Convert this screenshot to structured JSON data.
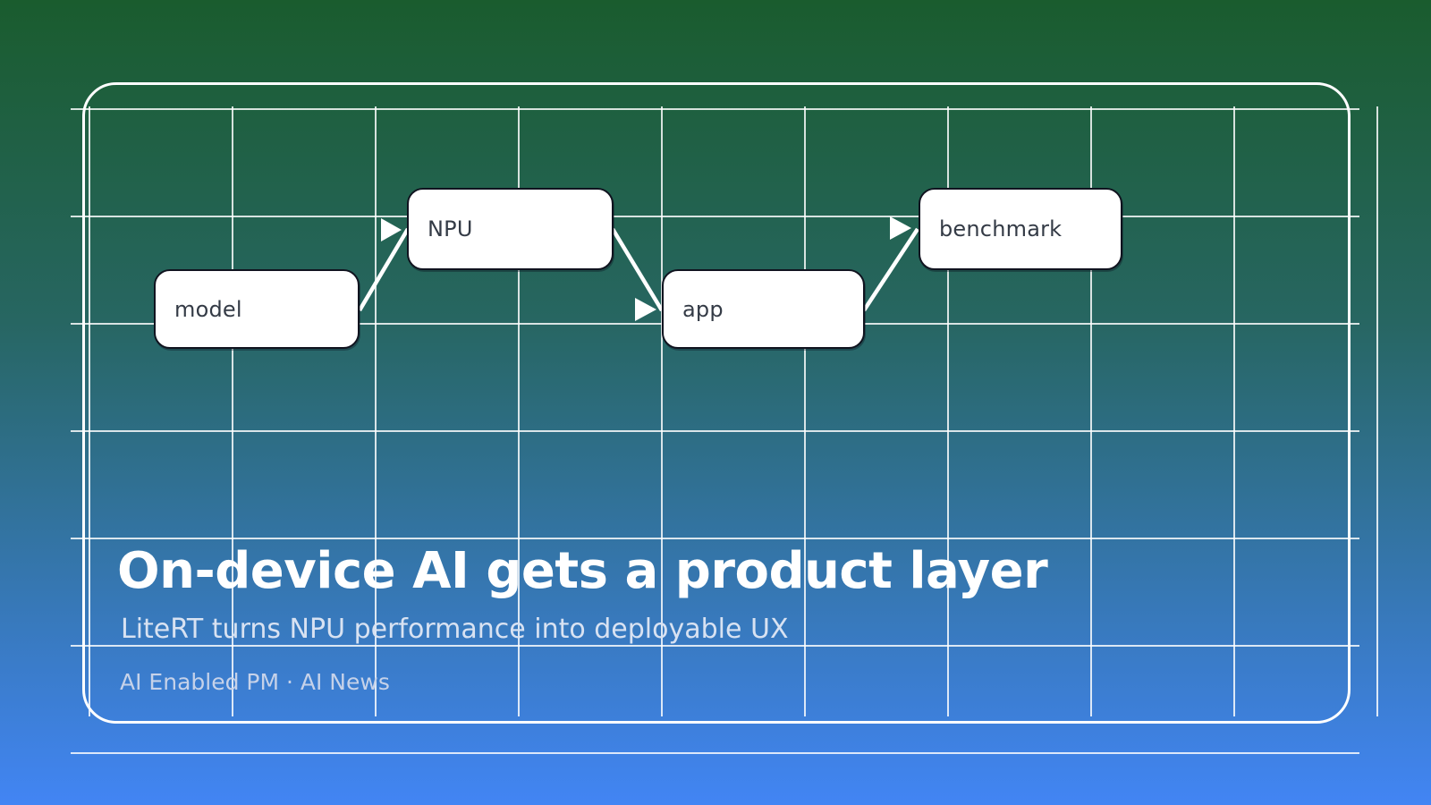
{
  "slide": {
    "title": "On-device AI gets a product layer",
    "subtitle": "LiteRT turns NPU performance into deployable UX",
    "byline": "AI Enabled PM · AI News"
  },
  "diagram": {
    "nodes": [
      {
        "id": "model",
        "label": "model"
      },
      {
        "id": "npu",
        "label": "NPU"
      },
      {
        "id": "app",
        "label": "app"
      },
      {
        "id": "benchmark",
        "label": "benchmark"
      }
    ],
    "edges": [
      {
        "from": "model",
        "to": "npu"
      },
      {
        "from": "npu",
        "to": "app"
      },
      {
        "from": "app",
        "to": "benchmark"
      }
    ]
  },
  "colors": {
    "bg_top": "#1a5c2e",
    "bg_bottom": "#4285f4",
    "grid_line": "#ffffff",
    "frame_line": "#ffffff",
    "node_fill": "#ffffff",
    "node_border": "#10131f",
    "node_text": "#343b46",
    "arrow": "#ffffff",
    "title_text": "#ffffff",
    "subtitle_text": "#d8e2f2",
    "byline_text": "#c6d2e9"
  }
}
